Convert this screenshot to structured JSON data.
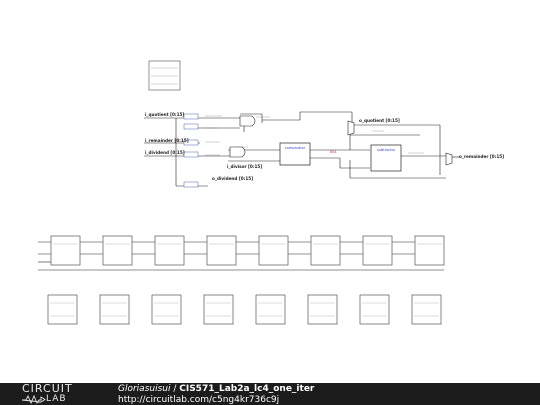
{
  "schematic": {
    "ports": {
      "i_quotient": "i_quotient [0:15]",
      "i_remainder": "i_remainder [0:15]",
      "i_dividend": "i_dividend [0:15]",
      "i_divisor": "i_divisor [0:15]",
      "o_dividend": "o_dividend [0:15]",
      "o_quotient": "o_quotient [0:15]",
      "o_remainder": "o_remainder [0:15]"
    },
    "blocks": {
      "comparator": "comparator",
      "subtractor": "subtractor"
    },
    "red_marker": "0b1"
  },
  "footer": {
    "logo_top": "CIRCUIT",
    "logo_bottom": "LAB",
    "author": "Gloriasuisui",
    "separator": " / ",
    "title": "CIS571_Lab2a_lc4_one_iter",
    "url": "http://circuitlab.com/c5ng4kr736c9j"
  }
}
